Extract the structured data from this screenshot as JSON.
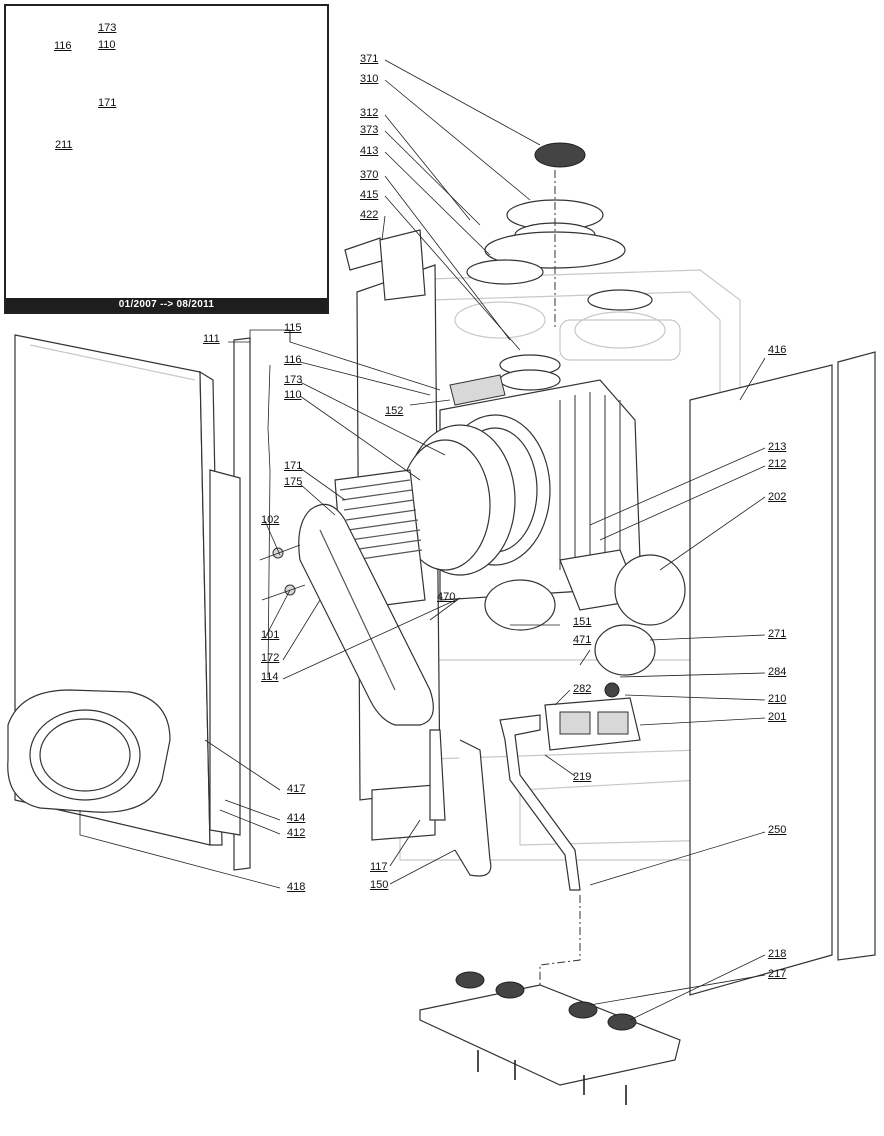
{
  "inset": {
    "caption": "01/2007 --> 08/2011",
    "labels": [
      "173",
      "110",
      "116",
      "171",
      "211"
    ]
  },
  "labels": [
    "371",
    "310",
    "312",
    "373",
    "413",
    "370",
    "415",
    "422",
    "111",
    "115",
    "116",
    "173",
    "110",
    "152",
    "171",
    "175",
    "102",
    "101",
    "172",
    "114",
    "470",
    "151",
    "471",
    "282",
    "219",
    "117",
    "150",
    "250",
    "416",
    "213",
    "212",
    "202",
    "271",
    "284",
    "210",
    "201",
    "417",
    "414",
    "412",
    "418",
    "218",
    "217"
  ]
}
